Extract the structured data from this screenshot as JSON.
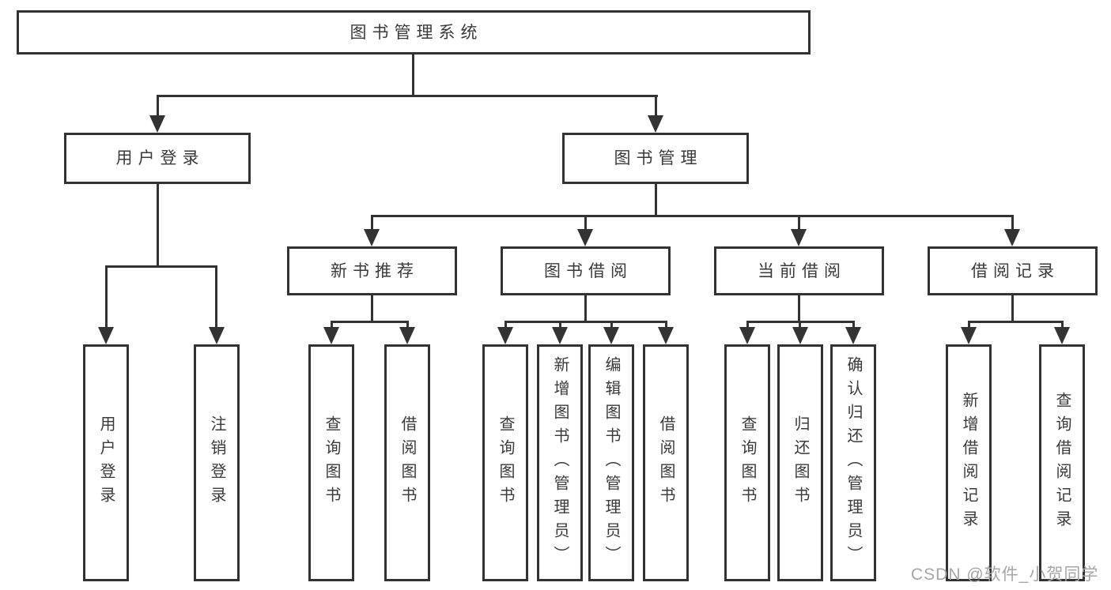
{
  "tree": {
    "root": "图书管理系统",
    "branches": [
      {
        "label": "用户登录",
        "leaves": [
          "用户登录",
          "注销登录"
        ]
      },
      {
        "label": "图书管理",
        "groups": [
          {
            "label": "新书推荐",
            "leaves": [
              "查询图书",
              "借阅图书"
            ]
          },
          {
            "label": "图书借阅",
            "leaves": [
              "查询图书",
              "新增图书（管理员）",
              "编辑图书（管理员）",
              "借阅图书"
            ]
          },
          {
            "label": "当前借阅",
            "leaves": [
              "查询图书",
              "归还图书",
              "确认归还（管理员）"
            ]
          },
          {
            "label": "借阅记录",
            "leaves": [
              "新增借阅记录",
              "查询借阅记录"
            ]
          }
        ]
      }
    ]
  },
  "watermark": "CSDN @软件_小贺同学",
  "colors": {
    "line": "#333333",
    "text": "#3a3a3a",
    "watermark": "#a6a6a6",
    "background": "#ffffff"
  }
}
